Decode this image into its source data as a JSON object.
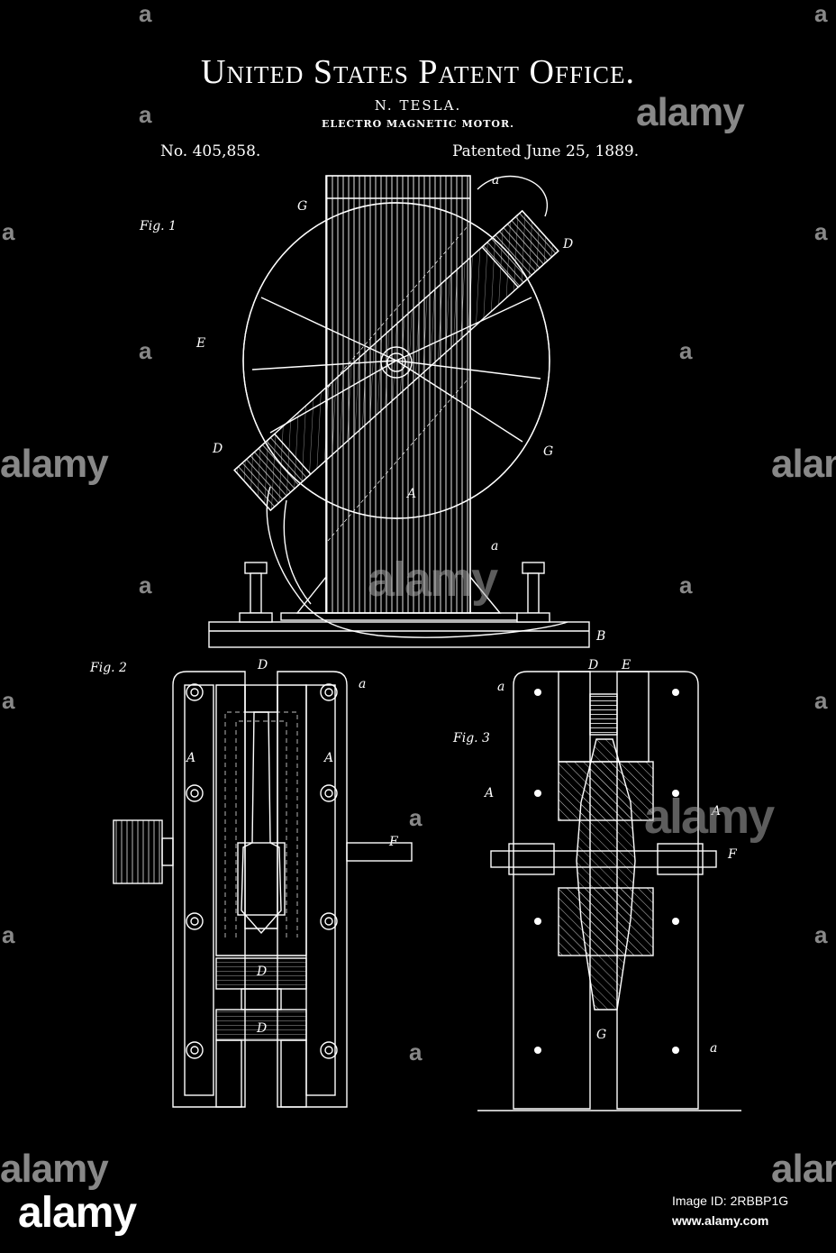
{
  "header": {
    "office": "United States Patent Office.",
    "inventor": "N. TESLA.",
    "invention_title": "ELECTRO MAGNETIC MOTOR.",
    "patent_number": "No. 405,858.",
    "patent_date": "Patented June 25, 1889."
  },
  "figures": {
    "fig1": {
      "label": "Fig. 1",
      "parts": {
        "a_top": "a",
        "g_top": "G",
        "d_right": "D",
        "e": "E",
        "d_left": "D",
        "g_right": "G",
        "a_center": "A",
        "a_bottom": "a",
        "b": "B"
      }
    },
    "fig2": {
      "label": "Fig. 2",
      "parts": {
        "d_top": "D",
        "a_right": "a",
        "a_left_big": "A",
        "a_right_big": "A",
        "f": "F",
        "d_mid": "D",
        "d_low": "D"
      }
    },
    "fig3": {
      "label": "Fig. 3",
      "parts": {
        "a_topleft": "a",
        "d_top": "D",
        "e_top": "E",
        "a_left": "A",
        "a_right": "A",
        "f": "F",
        "g": "G",
        "a_bottomright": "a"
      }
    }
  },
  "watermarks": {
    "brand": "alamy",
    "letter": "a"
  },
  "footer": {
    "logo": "alamy",
    "image_id": "Image ID: 2RBBP1G",
    "url": "www.alamy.com"
  }
}
